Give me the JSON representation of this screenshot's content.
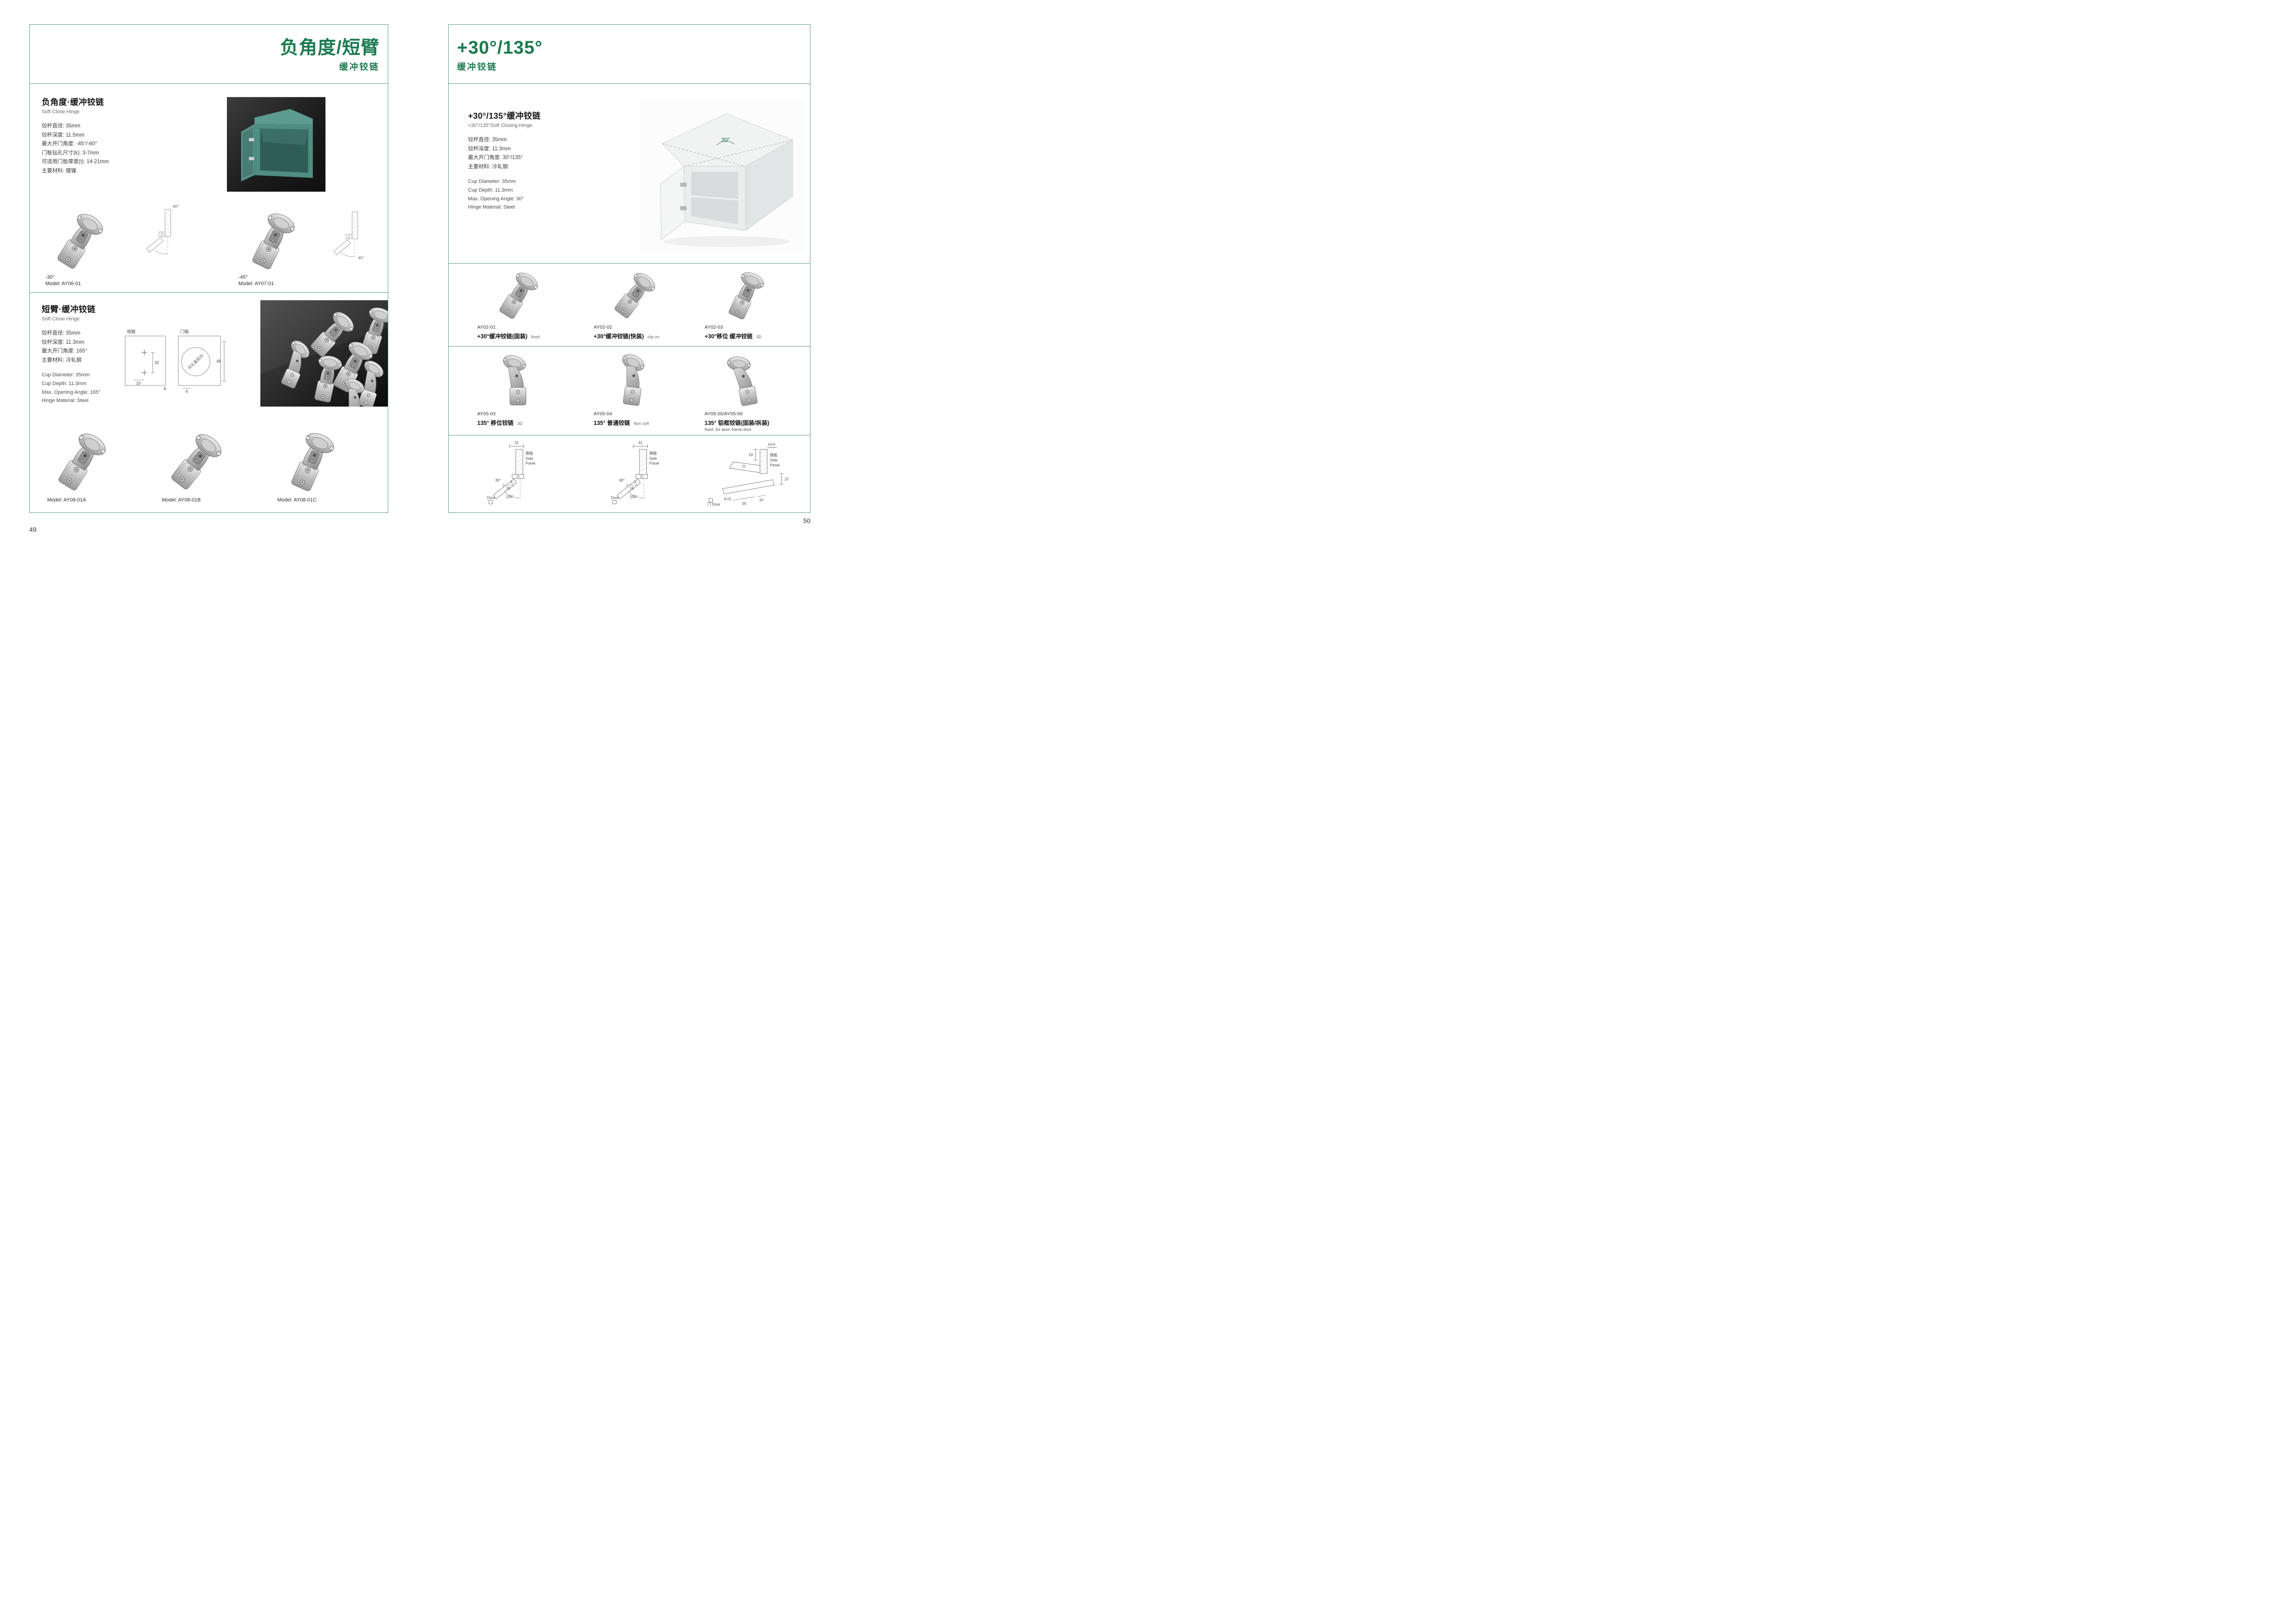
{
  "accent_color": "#1b7a4f",
  "line_color": "#5a9a7c",
  "left": {
    "page_number": "49",
    "title": "负角度/短臂",
    "subtitle": "缓冲铰链",
    "s1": {
      "title": "负角度·缓冲铰链",
      "subtitle": "Soft Close Hinge",
      "specs": [
        "铰杯直径: 35mm",
        "铰杯深度: 11.5mm",
        "最大开门角度: -45°/-60°",
        "门板钻孔尺寸(k): 3-7mm",
        "可适用门板厚度(t): 14-21mm",
        "主要材料: 镀镍"
      ],
      "products": [
        {
          "angle": "-30°",
          "model": "Model: AY06-01",
          "diagram_angle": "60°"
        },
        {
          "angle": "-45°",
          "model": "Model: AY07-01",
          "diagram_angle": "45°"
        }
      ]
    },
    "s2": {
      "title": "短臂·缓冲铰链",
      "subtitle": "Soft Close Hinge",
      "specs_cn": [
        "铰杯直径:  35mm",
        "铰杯深度:  11.3mm",
        "最大开门角度:  165°",
        "主要材料:  冷轧钢"
      ],
      "specs_en": [
        "Cup Diameter: 35mm",
        "Cup Depth: 11.3mm",
        "Max. Opening Angle: 165°",
        "Hinge Material: Steel"
      ],
      "drawing": {
        "side_panel": "侧板",
        "door_panel": "门板",
        "dim_32": "32",
        "dim_10": "10",
        "dim_k": "K",
        "dim_6": "6",
        "dim_48": "48",
        "hole_label": "开孔直径35"
      },
      "products": [
        {
          "model": "Model: AY08-01A"
        },
        {
          "model": "Model: AY08-01B"
        },
        {
          "model": "Model: AY08-01C"
        }
      ]
    }
  },
  "right": {
    "page_number": "50",
    "title": "+30°/135°",
    "subtitle": "缓冲铰链",
    "s1": {
      "title": "+30°/135°缓冲铰链",
      "subtitle": "+30°/135°Soft Closing Hinge",
      "specs_cn": [
        "铰杯直径: 35mm",
        "铰杯深度: 11.3mm",
        "最大开门角度: 30°/135°",
        "主要材料: 冷轧钢"
      ],
      "specs_en": [
        "Cup Diameter: 35mm",
        "Cup Depth: 11.3mm",
        "Max. Opening Angle: 30°",
        "Hinge Material: Steel"
      ],
      "cabinet_angle": "30°"
    },
    "products": [
      {
        "code": "AY02-01",
        "name": "+30°缓冲铰链(固装)",
        "tag": "fixed"
      },
      {
        "code": "AY02-02",
        "name": "+30°缓冲铰链(快装)",
        "tag": "clip on"
      },
      {
        "code": "AY02-03",
        "name": "+30°移位 缓冲铰链",
        "tag": "3D"
      },
      {
        "code": "AY05-03",
        "name": "135° 移位铰链",
        "tag": "3D"
      },
      {
        "code": "AY05-04",
        "name": "135° 普通铰链",
        "tag": "Non soft"
      },
      {
        "code": "AY05-05/AY05-06",
        "name": "135° 铝框铰链(固装/拆装)",
        "tag": "",
        "note": "fixed ,for alum frame door"
      }
    ],
    "diagrams": [
      {
        "dim_top": "31",
        "side_cn": "侧板",
        "side_en_1": "Side",
        "side_en_2": "Panel",
        "angle": "30°",
        "dim_3": "3",
        "dim_16": "16",
        "arc": "105°",
        "door": "Door"
      },
      {
        "dim_top": "31",
        "side_cn": "侧板",
        "side_en_1": "Side",
        "side_en_2": "Panel",
        "angle": "30°",
        "dim_3": "3",
        "dim_16": "16",
        "arc": "105°",
        "door": "Door"
      },
      {
        "h": "H=0",
        "dim_19": "19",
        "side_cn": "侧板",
        "side_en_1": "Side",
        "side_en_2": "Panel",
        "dim_37": "37",
        "dim_10": "10",
        "dim_35": "35",
        "k": "K=5",
        "door": "门 Door"
      }
    ]
  }
}
